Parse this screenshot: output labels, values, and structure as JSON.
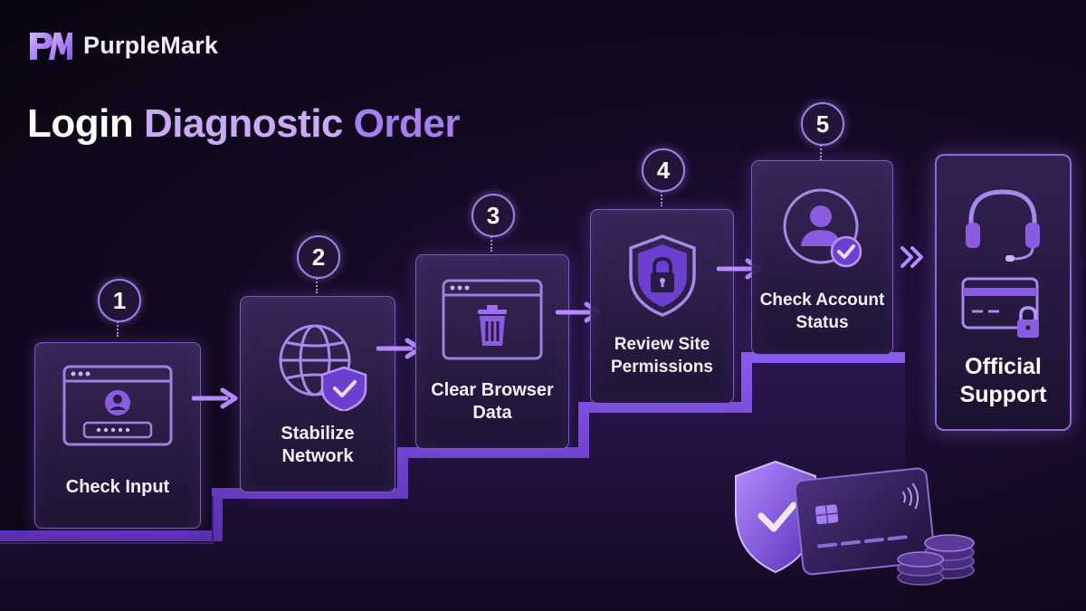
{
  "brand": {
    "name": "PurpleMark",
    "logo_icon": "pm-monogram-logo"
  },
  "title": {
    "part1": "Login",
    "part2": "Diagnostic",
    "part3": "Order"
  },
  "steps": [
    {
      "number": "1",
      "label_line1": "Check Input",
      "label_line2": "",
      "icon": "login-window-icon"
    },
    {
      "number": "2",
      "label_line1": "Stabilize",
      "label_line2": "Network",
      "icon": "globe-shield-icon"
    },
    {
      "number": "3",
      "label_line1": "Clear Browser",
      "label_line2": "Data",
      "icon": "browser-trash-icon"
    },
    {
      "number": "4",
      "label_line1": "Review Site",
      "label_line2": "Permissions",
      "icon": "shield-lock-icon"
    },
    {
      "number": "5",
      "label_line1": "Check Account",
      "label_line2": "Status",
      "icon": "user-check-icon"
    }
  ],
  "final": {
    "label_line1": "Official",
    "label_line2": "Support",
    "icons": [
      "headset-icon",
      "locked-card-icon"
    ]
  },
  "decor": {
    "icons": [
      "shield-check-icon",
      "credit-card-icon",
      "coin-stack-icon"
    ]
  },
  "colors": {
    "accent": "#a77ef0",
    "light_accent": "#c9aaf5",
    "background": "#140a24",
    "step_glow": "#7a4fd6"
  }
}
